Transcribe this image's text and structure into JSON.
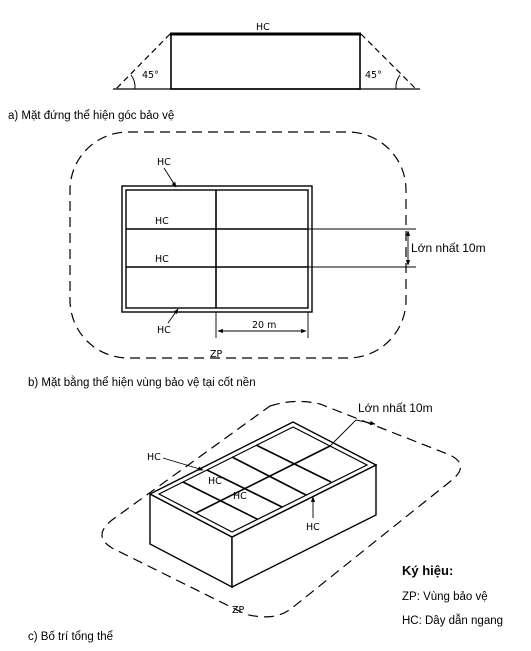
{
  "elevation": {
    "hc_label": "HC",
    "left_angle": "45°",
    "right_angle": "45°",
    "caption": "a) Mặt đứng thể hiện góc bảo vệ"
  },
  "plan": {
    "hc_top": "HC",
    "hc_row1": "HC",
    "hc_row2": "HC",
    "hc_bottom": "HC",
    "max_spacing": "Lớn nhất 10m",
    "width_dim": "20 m",
    "zp_label": "ZP",
    "caption": "b) Mặt bằng thể hiện vùng bảo vệ tại cốt nền"
  },
  "iso": {
    "max_spacing": "Lớn nhất 10m",
    "hc_a": "HC",
    "hc_b": "HC",
    "hc_c": "HC",
    "hc_d": "HC",
    "zp_label": "ZP",
    "caption": "c) Bố trí tổng thể"
  },
  "legend": {
    "title": "Ký hiệu:",
    "zp": "ZP: Vùng bảo vệ",
    "hc": "HC: Dây dẫn ngang"
  }
}
